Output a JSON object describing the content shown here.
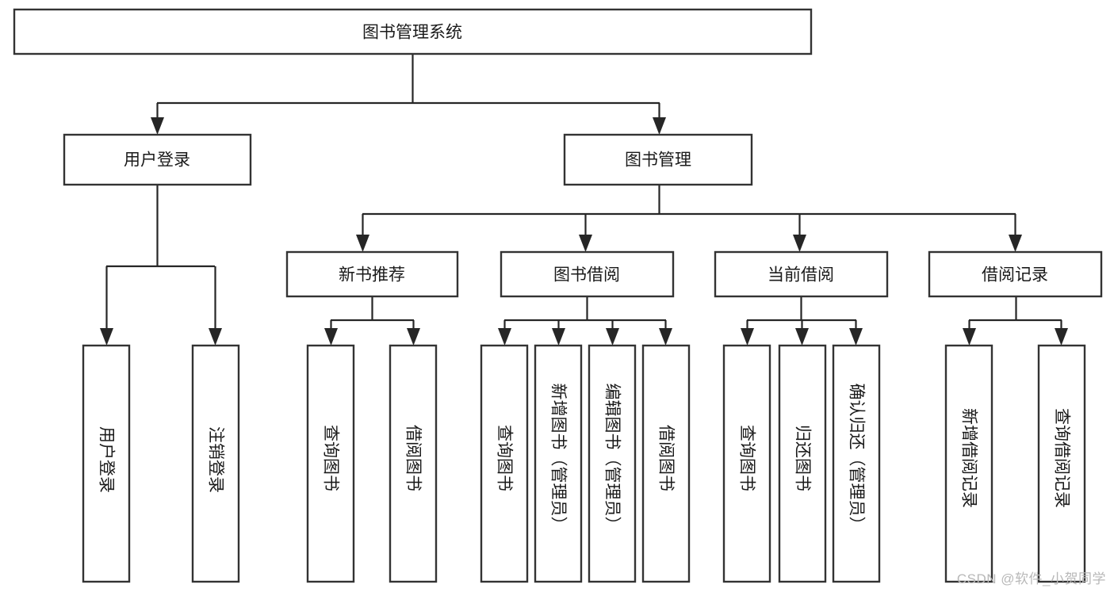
{
  "diagram": {
    "title": "图书管理系统",
    "type": "tree-hierarchy",
    "orientation": "top-down",
    "colors": {
      "box_stroke": "#333333",
      "box_fill": "#ffffff",
      "connector": "#262626",
      "text": "#1a1a1a",
      "watermark": "#b8b8b8",
      "background": "#ffffff"
    },
    "root": {
      "label": "图书管理系统"
    },
    "level2": [
      {
        "label": "用户登录"
      },
      {
        "label": "图书管理"
      }
    ],
    "level3": [
      {
        "label": "新书推荐"
      },
      {
        "label": "图书借阅"
      },
      {
        "label": "当前借阅"
      },
      {
        "label": "借阅记录"
      }
    ],
    "leaves": {
      "user_login": [
        {
          "label": "用户登录"
        },
        {
          "label": "注销登录"
        }
      ],
      "new_book_recommend": [
        {
          "label": "查询图书"
        },
        {
          "label": "借阅图书"
        }
      ],
      "book_borrow": [
        {
          "label": "查询图书"
        },
        {
          "label": "新增图书（管理员）"
        },
        {
          "label": "编辑图书（管理员）"
        },
        {
          "label": "借阅图书"
        }
      ],
      "current_borrow": [
        {
          "label": "查询图书"
        },
        {
          "label": "归还图书"
        },
        {
          "label": "确认归还（管理员）"
        }
      ],
      "borrow_record": [
        {
          "label": "新增借阅记录"
        },
        {
          "label": "查询借阅记录"
        }
      ]
    }
  },
  "watermark": {
    "text": "CSDN @软件_小贺同学"
  }
}
